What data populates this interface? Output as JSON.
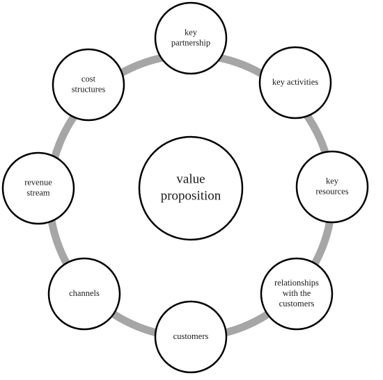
{
  "colors": {
    "ring": "#a6a6a6",
    "node_border": "#000000",
    "node_fill": "#ffffff",
    "text": "#1a1a1a"
  },
  "center": {
    "label_lines": [
      "value",
      "proposition"
    ]
  },
  "nodes": [
    {
      "id": "key-partnership",
      "label_lines": [
        "key",
        "partnership"
      ]
    },
    {
      "id": "key-activities",
      "label_lines": [
        "key activities"
      ]
    },
    {
      "id": "key-resources",
      "label_lines": [
        "key",
        "resources"
      ]
    },
    {
      "id": "relationships-with-the-customers",
      "label_lines": [
        "relationships",
        "with the",
        "customers"
      ]
    },
    {
      "id": "customers",
      "label_lines": [
        "customers"
      ]
    },
    {
      "id": "channels",
      "label_lines": [
        "channels"
      ]
    },
    {
      "id": "revenue-stream",
      "label_lines": [
        "revenue",
        "stream"
      ]
    },
    {
      "id": "cost-structures",
      "label_lines": [
        "cost",
        "structures"
      ]
    }
  ]
}
